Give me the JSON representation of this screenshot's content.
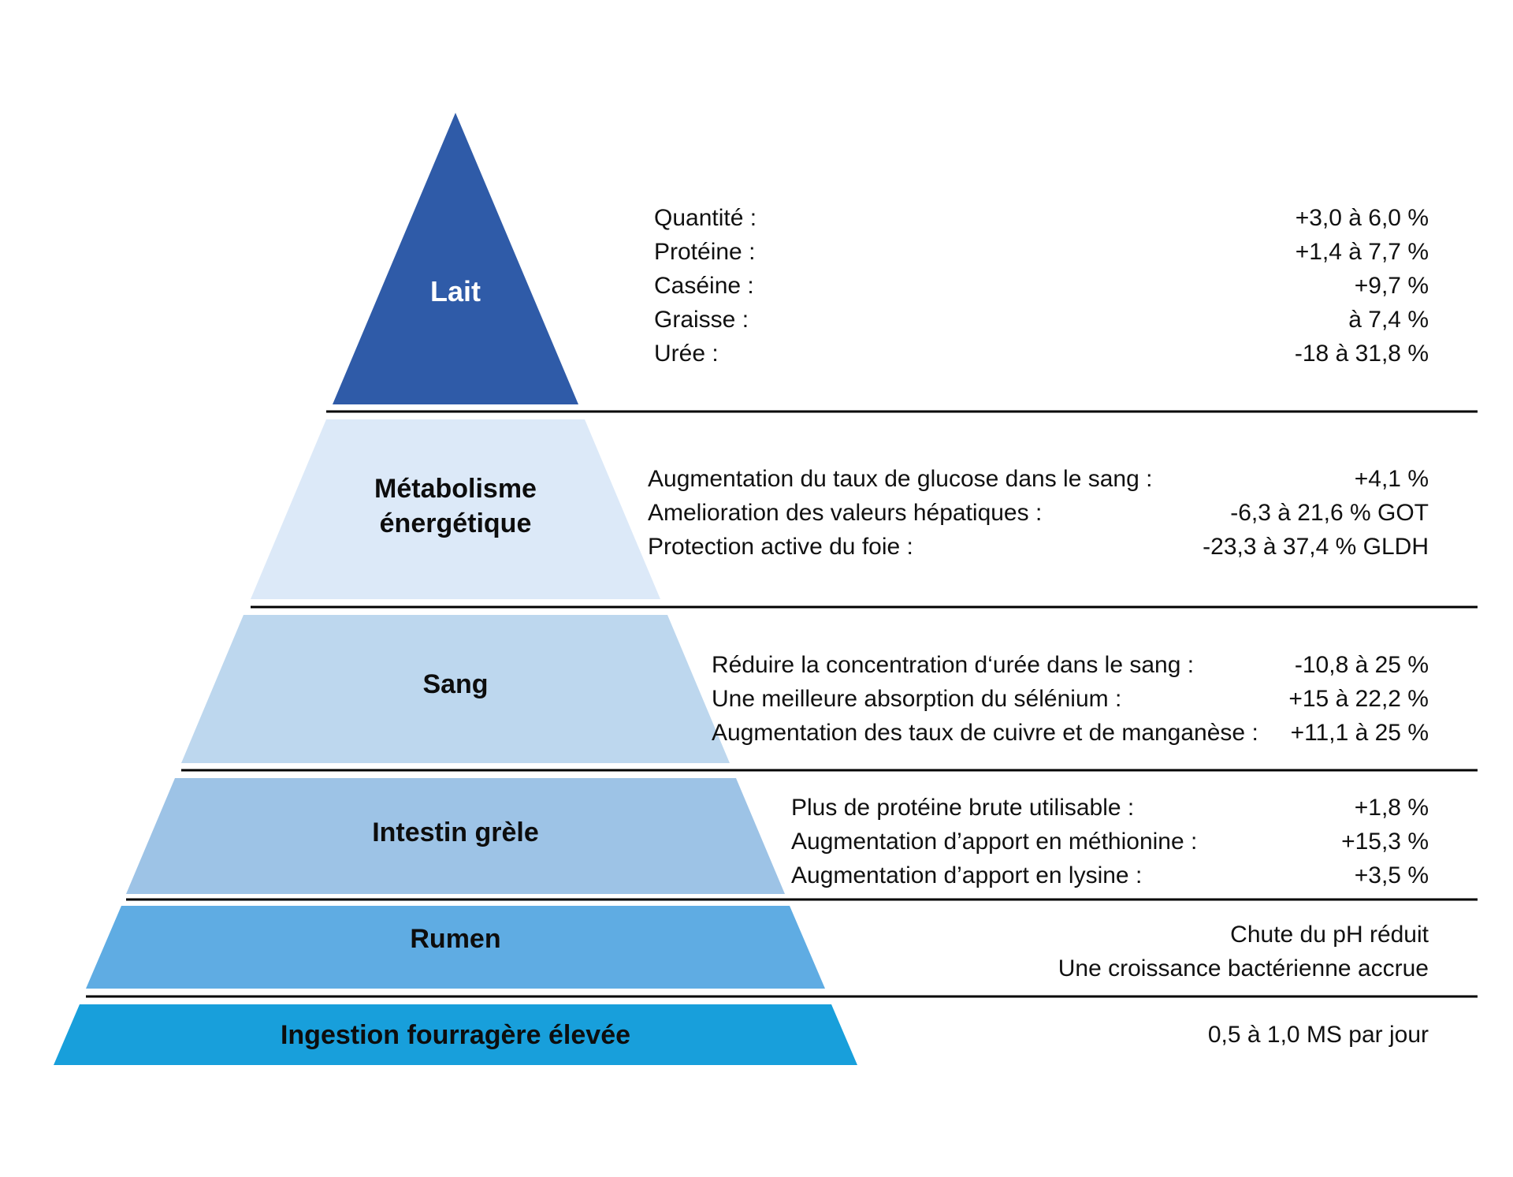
{
  "pyramid": {
    "divider_color": "#000000",
    "levels": [
      {
        "name": "lait",
        "label": "Lait",
        "color": "#2F5BA8",
        "text_color": "#FFFFFF"
      },
      {
        "name": "metabolisme-energetique",
        "label_line1": "Métabolisme",
        "label_line2": "énergétique",
        "color": "#DCE9F8",
        "text_color": "#0d0d0d"
      },
      {
        "name": "sang",
        "label": "Sang",
        "color": "#BDD7EE",
        "text_color": "#0d0d0d"
      },
      {
        "name": "intestin-grele",
        "label": "Intestin grèle",
        "color": "#9DC3E6",
        "text_color": "#0d0d0d"
      },
      {
        "name": "rumen",
        "label": "Rumen",
        "color": "#5FACE3",
        "text_color": "#0d0d0d"
      },
      {
        "name": "ingestion-fourragere",
        "label": "Ingestion fourragère élevée",
        "color": "#189FDB",
        "text_color": "#0d0d0d"
      }
    ]
  },
  "annotations": {
    "lait": {
      "rows": [
        {
          "label": "Quantité :",
          "value": "+3,0 à 6,0 %"
        },
        {
          "label": "Protéine :",
          "value": "+1,4 à 7,7 %"
        },
        {
          "label": "Caséine :",
          "value": "+9,7 %"
        },
        {
          "label": "Graisse :",
          "value": "à 7,4 %"
        },
        {
          "label": "Urée :",
          "value": "-18 à 31,8 %"
        }
      ]
    },
    "metabolisme": {
      "rows": [
        {
          "label": "Augmentation du taux de glucose dans le sang :",
          "value": "+4,1 %"
        },
        {
          "label": "Amelioration des valeurs hépatiques :",
          "value": "-6,3 à 21,6 % GOT"
        },
        {
          "label": "Protection active du foie :",
          "value": "-23,3 à 37,4 % GLDH"
        }
      ]
    },
    "sang": {
      "rows": [
        {
          "label": "Réduire la concentration d‘urée dans le sang :",
          "value": "-10,8 à 25 %"
        },
        {
          "label": "Une meilleure absorption du sélénium :",
          "value": "+15 à 22,2 %"
        },
        {
          "label": "Augmentation des taux de cuivre et de manganèse :",
          "value": "+11,1 à 25 %"
        }
      ]
    },
    "intestin": {
      "rows": [
        {
          "label": "Plus de protéine brute utilisable :",
          "value": "+1,8 %"
        },
        {
          "label": "Augmentation d’apport en méthionine :",
          "value": "+15,3 %"
        },
        {
          "label": "Augmentation d’apport en lysine :",
          "value": "+3,5 %"
        }
      ]
    },
    "rumen": {
      "lines": [
        "Chute du pH réduit",
        "Une croissance bactérienne accrue"
      ]
    },
    "ingestion": {
      "lines": [
        "0,5 à 1,0 MS par jour"
      ]
    }
  }
}
